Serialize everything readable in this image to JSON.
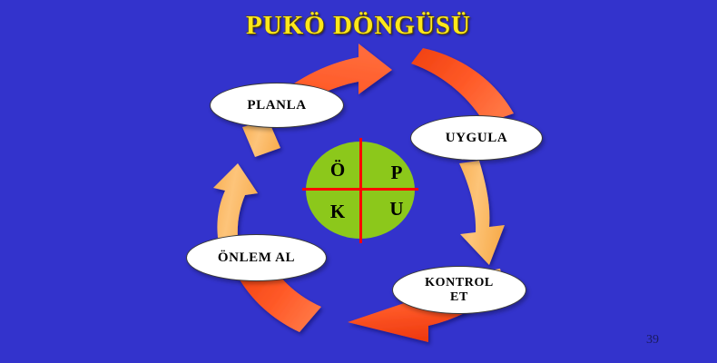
{
  "slide": {
    "title": "PUKÖ DÖNGÜSÜ",
    "page_number": "39",
    "background_color": "#3333CC",
    "title_color": "#FFE81A"
  },
  "center": {
    "shape": "circle",
    "fill_color": "#8CC81B",
    "divider_color": "#FF0000",
    "quadrants": [
      {
        "position": "top-left",
        "letter": "Ö"
      },
      {
        "position": "top-right",
        "letter": "P"
      },
      {
        "position": "bottom-left",
        "letter": "K"
      },
      {
        "position": "bottom-right",
        "letter": "U"
      }
    ]
  },
  "cycle": {
    "nodes": [
      {
        "id": "planla",
        "label": "PLANLA",
        "position": "top-left",
        "fill_color": "#FFFFFF"
      },
      {
        "id": "uygula",
        "label": "UYGULA",
        "position": "top-right",
        "fill_color": "#FFFFFF"
      },
      {
        "id": "kontrol",
        "label": "KONTROL\nET",
        "position": "bottom-right",
        "fill_color": "#FFFFFF"
      },
      {
        "id": "onlem",
        "label": "ÖNLEM AL",
        "position": "bottom-left",
        "fill_color": "#FFFFFF"
      }
    ],
    "arrows": [
      {
        "id": "planla-to-uygula",
        "from": "planla",
        "to": "uygula",
        "direction": "right",
        "color": "#FF5722"
      },
      {
        "id": "uygula-to-kontrol",
        "from": "uygula",
        "to": "kontrol",
        "direction": "down",
        "color": "#FBBE6B"
      },
      {
        "id": "kontrol-to-onlem",
        "from": "kontrol",
        "to": "onlem",
        "direction": "left",
        "color": "#FF5722"
      },
      {
        "id": "onlem-to-planla",
        "from": "onlem",
        "to": "planla",
        "direction": "up",
        "color": "#FBBE6B"
      }
    ]
  }
}
